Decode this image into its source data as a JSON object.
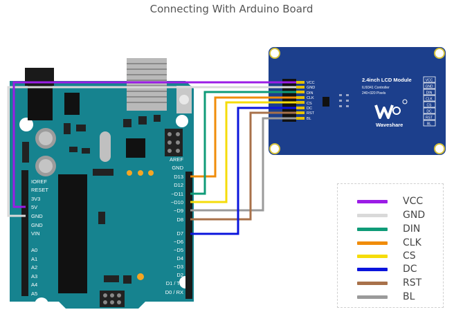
{
  "title": "Connecting With Arduino Board",
  "arduino": {
    "left_pins": [
      "IOREF",
      "RESET",
      "3V3",
      "5V",
      "GND",
      "GND",
      "VIN",
      "",
      "A0",
      "A1",
      "A2",
      "A3",
      "A4",
      "A5"
    ],
    "right_pins": [
      "AREF",
      "GND",
      "D13",
      "D12",
      "~D11",
      "~D10",
      "~D9",
      "D8",
      "",
      "D7",
      "~D6",
      "~D5",
      "D4",
      "~D3",
      "D2",
      "D1 / TX",
      "D0 / RX"
    ]
  },
  "lcd": {
    "title": "2.4inch LCD Module",
    "subtitle1": "ILI9341 Controller",
    "subtitle2": "240×320 Pixels",
    "brand": "Waveshare",
    "pins": [
      "VCC",
      "GND",
      "DIN",
      "CLK",
      "CS",
      "DC",
      "RST",
      "BL"
    ]
  },
  "legend": [
    {
      "label": "VCC",
      "color": "#9b1ce6"
    },
    {
      "label": "GND",
      "color": "#d9d9d9"
    },
    {
      "label": "DIN",
      "color": "#0f9b78"
    },
    {
      "label": "CLK",
      "color": "#f08c0a"
    },
    {
      "label": "CS",
      "color": "#f5dc0a"
    },
    {
      "label": "DC",
      "color": "#0a14dc"
    },
    {
      "label": "RST",
      "color": "#a8714a"
    },
    {
      "label": "BL",
      "color": "#9a9a9a"
    }
  ]
}
